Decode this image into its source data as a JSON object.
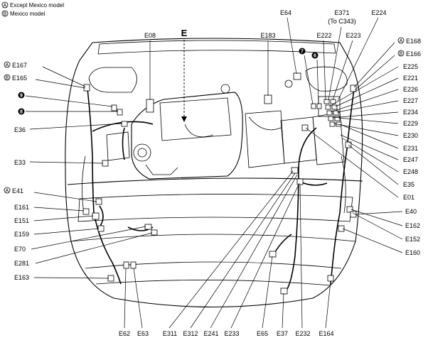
{
  "legend": {
    "items": [
      {
        "mark": "A",
        "text": "Except Mexico model"
      },
      {
        "mark": "B",
        "text": "Mexico model"
      }
    ]
  },
  "view_label": "E",
  "callouts_left": [
    {
      "prefix": "A",
      "code": "E167"
    },
    {
      "prefix": "B",
      "code": "E165"
    },
    {
      "number": "9"
    },
    {
      "number": "8"
    },
    {
      "code": "E36"
    },
    {
      "code": "E33"
    },
    {
      "prefix": "A",
      "code": "E41"
    },
    {
      "code": "E161"
    },
    {
      "code": "E151"
    },
    {
      "code": "E159"
    },
    {
      "code": "E70"
    },
    {
      "code": "E281"
    },
    {
      "code": "E163"
    }
  ],
  "callouts_top": [
    {
      "code": "E08"
    },
    {
      "code": "E183"
    },
    {
      "code": "E64"
    },
    {
      "code": "E371",
      "note": "(To C343)"
    },
    {
      "code": "E222"
    },
    {
      "code": "E223"
    },
    {
      "code": "E224"
    },
    {
      "number": "7"
    },
    {
      "number": "6"
    }
  ],
  "callouts_right": [
    {
      "prefix": "A",
      "code": "E168"
    },
    {
      "prefix": "B",
      "code": "E166"
    },
    {
      "code": "E225"
    },
    {
      "code": "E221"
    },
    {
      "code": "E226"
    },
    {
      "code": "E227"
    },
    {
      "code": "E234"
    },
    {
      "code": "E229"
    },
    {
      "code": "E230"
    },
    {
      "code": "E231"
    },
    {
      "code": "E247"
    },
    {
      "code": "E248"
    },
    {
      "code": "E35"
    },
    {
      "code": "E01"
    },
    {
      "code": "E40"
    },
    {
      "code": "E162"
    },
    {
      "code": "E152"
    },
    {
      "code": "E160"
    }
  ],
  "callouts_bottom": [
    {
      "code": "E62"
    },
    {
      "code": "E63"
    },
    {
      "code": "E311"
    },
    {
      "code": "E312"
    },
    {
      "code": "E241"
    },
    {
      "code": "E233"
    },
    {
      "code": "E65"
    },
    {
      "code": "E37"
    },
    {
      "code": "E232"
    },
    {
      "code": "E164"
    }
  ]
}
